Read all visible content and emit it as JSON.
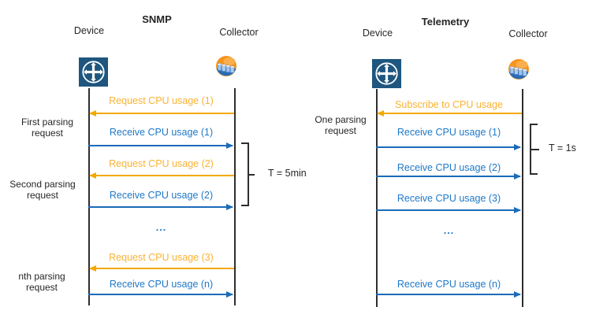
{
  "colors": {
    "orange_text": "#F9B233",
    "orange_arrow": "#F2A900",
    "blue_text": "#1E78C8",
    "blue_arrow": "#1B6BB8",
    "lifeline": "#2E2E2E",
    "bracket": "#2E2E2E",
    "text_dark": "#262626",
    "device_icon_bg": "#1E567F",
    "collector_icon_orange": "#F7941E",
    "collector_icon_blue": "#2A6BB5"
  },
  "snmp": {
    "title": "SNMP",
    "device_label": "Device",
    "collector_label": "Collector",
    "interval_label": "T = 5min",
    "side_labels": [
      "First parsing request",
      "Second parsing request",
      "nth parsing request"
    ],
    "messages": [
      {
        "label": "Request CPU usage (1)",
        "direction": "to-device",
        "type": "request"
      },
      {
        "label": "Receive CPU usage (1)",
        "direction": "to-collector",
        "type": "response"
      },
      {
        "label": "Request CPU usage (2)",
        "direction": "to-device",
        "type": "request"
      },
      {
        "label": "Receive CPU usage (2)",
        "direction": "to-collector",
        "type": "response"
      },
      {
        "label": "...",
        "type": "ellipsis"
      },
      {
        "label": "Request CPU usage (3)",
        "direction": "to-device",
        "type": "request"
      },
      {
        "label": "Receive CPU usage (n)",
        "direction": "to-collector",
        "type": "response"
      }
    ]
  },
  "telemetry": {
    "title": "Telemetry",
    "device_label": "Device",
    "collector_label": "Collector",
    "interval_label": "T = 1s",
    "side_labels": [
      "One parsing request"
    ],
    "messages": [
      {
        "label": "Subscribe to CPU usage",
        "direction": "to-device",
        "type": "request"
      },
      {
        "label": "Receive CPU usage (1)",
        "direction": "to-collector",
        "type": "response"
      },
      {
        "label": "Receive CPU usage (2)",
        "direction": "to-collector",
        "type": "response"
      },
      {
        "label": "Receive CPU usage (3)",
        "direction": "to-collector",
        "type": "response"
      },
      {
        "label": "...",
        "type": "ellipsis"
      },
      {
        "label": "Receive CPU usage (n)",
        "direction": "to-collector",
        "type": "response"
      }
    ]
  }
}
